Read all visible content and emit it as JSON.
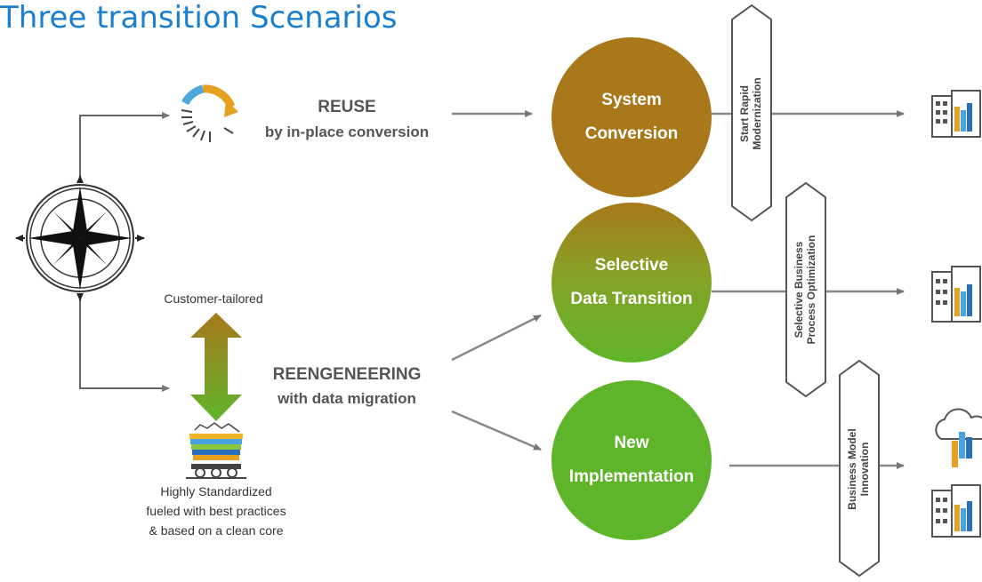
{
  "title": "Three transition Scenarios",
  "reuse": {
    "heading": "REUSE",
    "sub": "by in-place conversion"
  },
  "reengineering": {
    "heading": "REENGENEERING",
    "sub": "with data migration"
  },
  "customer_tailored": "Customer-tailored",
  "standardized": {
    "line1": "Highly Standardized",
    "line2": "fueled with best practices",
    "line3": "& based on a clean core"
  },
  "circles": {
    "conversion": {
      "line1": "System",
      "line2": "Conversion"
    },
    "selective": {
      "line1": "Selective",
      "line2": "Data Transition"
    },
    "new_impl": {
      "line1": "New",
      "line2": "Implementation"
    }
  },
  "hexes": {
    "h1": {
      "line1": "Start Rapid",
      "line2": "Modernization"
    },
    "h2": {
      "line1": "Selective Business",
      "line2": "Process Optimization"
    },
    "h3": {
      "line1": "Business Model",
      "line2": "Innovation"
    }
  },
  "colors": {
    "title": "#1a7fd0",
    "brown": "#a8781a",
    "green": "#5fb52a",
    "arrow": "#777777"
  }
}
